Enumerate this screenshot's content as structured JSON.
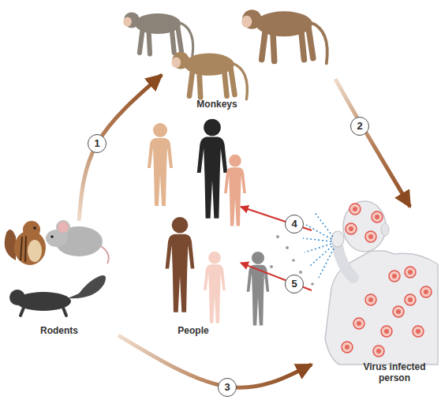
{
  "diagram": {
    "nodes": [
      {
        "text": [
          "Monkeys"
        ]
      },
      {
        "text": [
          "Rodents"
        ]
      },
      {
        "text": [
          "People"
        ]
      },
      {
        "text": [
          "Virus infected person"
        ]
      }
    ],
    "edges": [
      {
        "from": 1,
        "to": 0,
        "arrow": "to",
        "label": "1"
      },
      {
        "from": 0,
        "to": 3,
        "arrow": "to",
        "label": "2"
      },
      {
        "from": 1,
        "to": 3,
        "arrow": "to",
        "label": "3"
      },
      {
        "from": 3,
        "to": 2,
        "arrow": "to",
        "label": "4"
      },
      {
        "from": 3,
        "to": 2,
        "arrow": "to",
        "label": "5"
      }
    ]
  }
}
